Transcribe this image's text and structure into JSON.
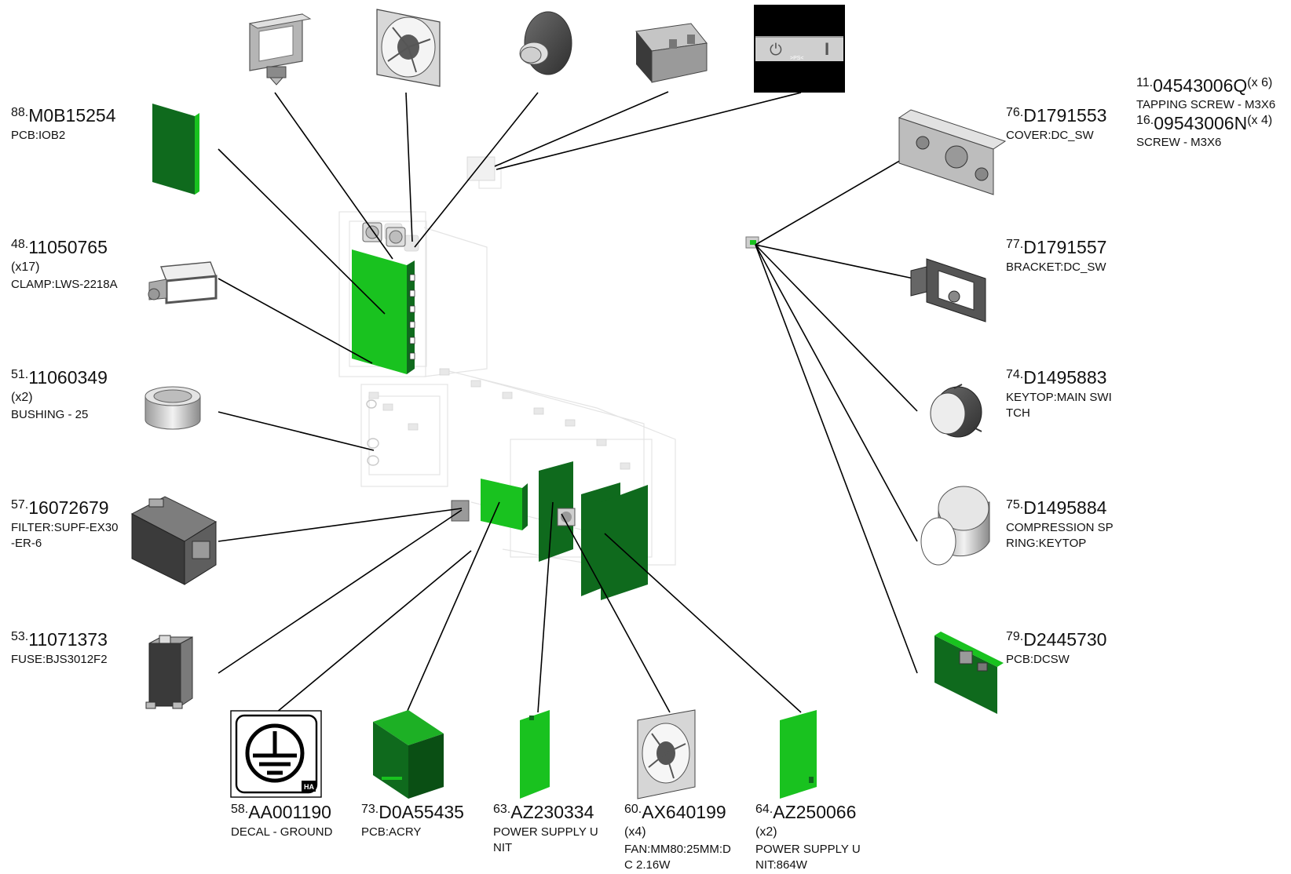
{
  "parts": [
    {
      "id": "p88",
      "index": "88.",
      "number": "M0B15254",
      "qty": "",
      "description": "PCB:IOB2"
    },
    {
      "id": "p48",
      "index": "48.",
      "number": "11050765",
      "qty": "(x17)",
      "description": "CLAMP:LWS-2218A"
    },
    {
      "id": "p51",
      "index": "51.",
      "number": "11060349",
      "qty": "(x2)",
      "description": "BUSHING - 25"
    },
    {
      "id": "p57",
      "index": "57.",
      "number": "16072679",
      "qty": "",
      "description": "FILTER:SUPF-EX30\n-ER-6"
    },
    {
      "id": "p53",
      "index": "53.",
      "number": "11071373",
      "qty": "",
      "description": "FUSE:BJS3012F2"
    },
    {
      "id": "p58",
      "index": "58.",
      "number": "AA001190",
      "qty": "",
      "description": "DECAL - GROUND"
    },
    {
      "id": "p73",
      "index": "73.",
      "number": "D0A55435",
      "qty": "",
      "description": "PCB:ACRY"
    },
    {
      "id": "p63",
      "index": "63.",
      "number": "AZ230334",
      "qty": "",
      "description": "POWER SUPPLY U\nNIT"
    },
    {
      "id": "p60",
      "index": "60.",
      "number": "AX640199",
      "qty": "(x4)",
      "description": "FAN:MM80:25MM:D\nC 2.16W"
    },
    {
      "id": "p64",
      "index": "64.",
      "number": "AZ250066",
      "qty": "(x2)",
      "description": "POWER SUPPLY U\nNIT:864W"
    },
    {
      "id": "p76",
      "index": "76.",
      "number": "D1791553",
      "qty": "",
      "description": "COVER:DC_SW"
    },
    {
      "id": "p77",
      "index": "77.",
      "number": "D1791557",
      "qty": "",
      "description": "BRACKET:DC_SW"
    },
    {
      "id": "p74",
      "index": "74.",
      "number": "D1495883",
      "qty": "",
      "description": "KEYTOP:MAIN SWI\nTCH"
    },
    {
      "id": "p75",
      "index": "75.",
      "number": "D1495884",
      "qty": "",
      "description": "COMPRESSION SP\nRING:KEYTOP"
    },
    {
      "id": "p79",
      "index": "79.",
      "number": "D2445730",
      "qty": "",
      "description": "PCB:DCSW"
    },
    {
      "id": "p11",
      "index": "11.",
      "number": "04543006Q",
      "qty": "(x 6)",
      "description": "TAPPING SCREW - M3X6"
    },
    {
      "id": "p16",
      "index": "16.",
      "number": "09543006N",
      "qty": "(x 4)",
      "description": "SCREW - M3X6"
    }
  ],
  "switch_panel": {
    "power_symbol": "⏻",
    "mark": ">PS<",
    "on_symbol": "I"
  },
  "decal": {
    "mark": "HA"
  },
  "colors": {
    "pcb_light": "#19c21f",
    "pcb_dark": "#0f6a1d",
    "part_grey": "#8a8a8a",
    "leader": "#000000"
  }
}
